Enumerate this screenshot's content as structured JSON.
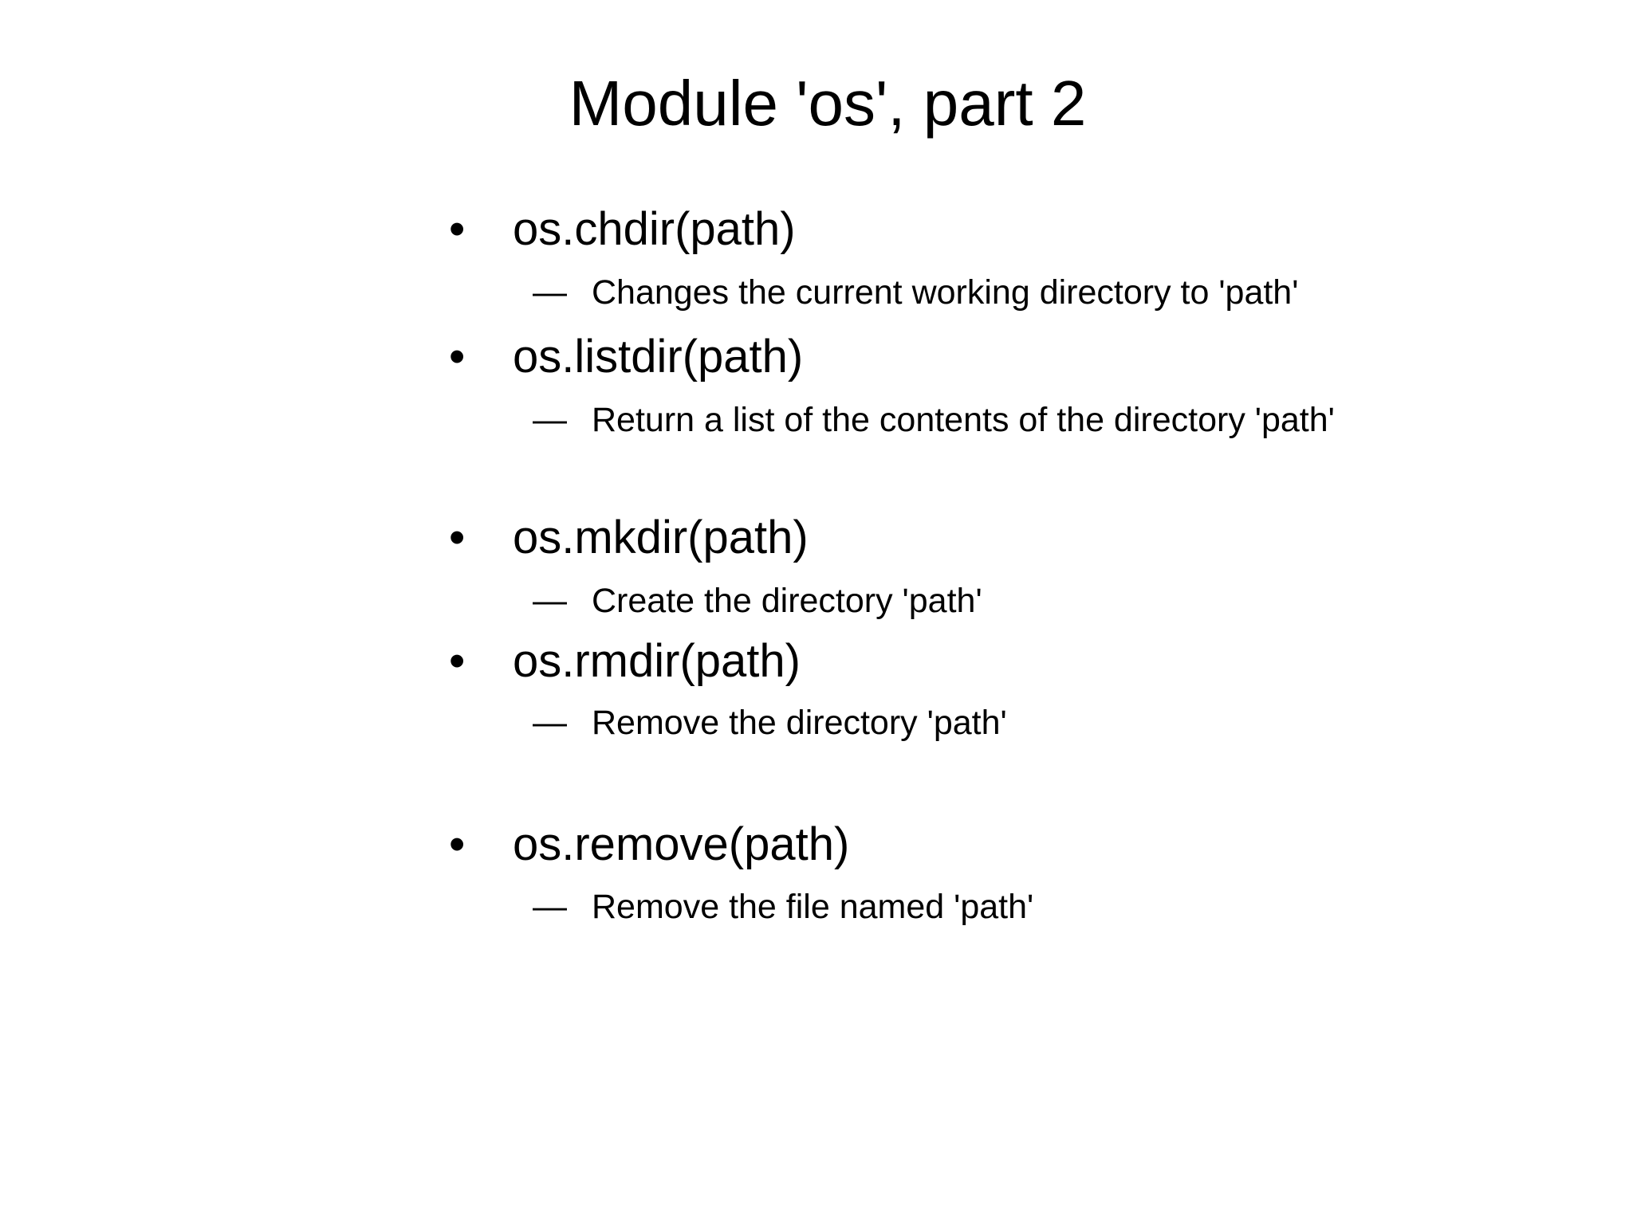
{
  "slide": {
    "title": "Module 'os', part 2",
    "background_color": "#ffffff",
    "text_color": "#000000",
    "markers": {
      "main": "•",
      "sub": "—"
    },
    "items": [
      {
        "function": "os.chdir(path)",
        "description": "Changes the current working directory to 'path'"
      },
      {
        "function": "os.listdir(path)",
        "description": "Return a list of the contents of the directory 'path'"
      },
      {
        "function": "os.mkdir(path)",
        "description": "Create the directory 'path'"
      },
      {
        "function": "os.rmdir(path)",
        "description": "Remove the directory 'path'"
      },
      {
        "function": "os.remove(path)",
        "description": "Remove the file named 'path'"
      }
    ]
  }
}
